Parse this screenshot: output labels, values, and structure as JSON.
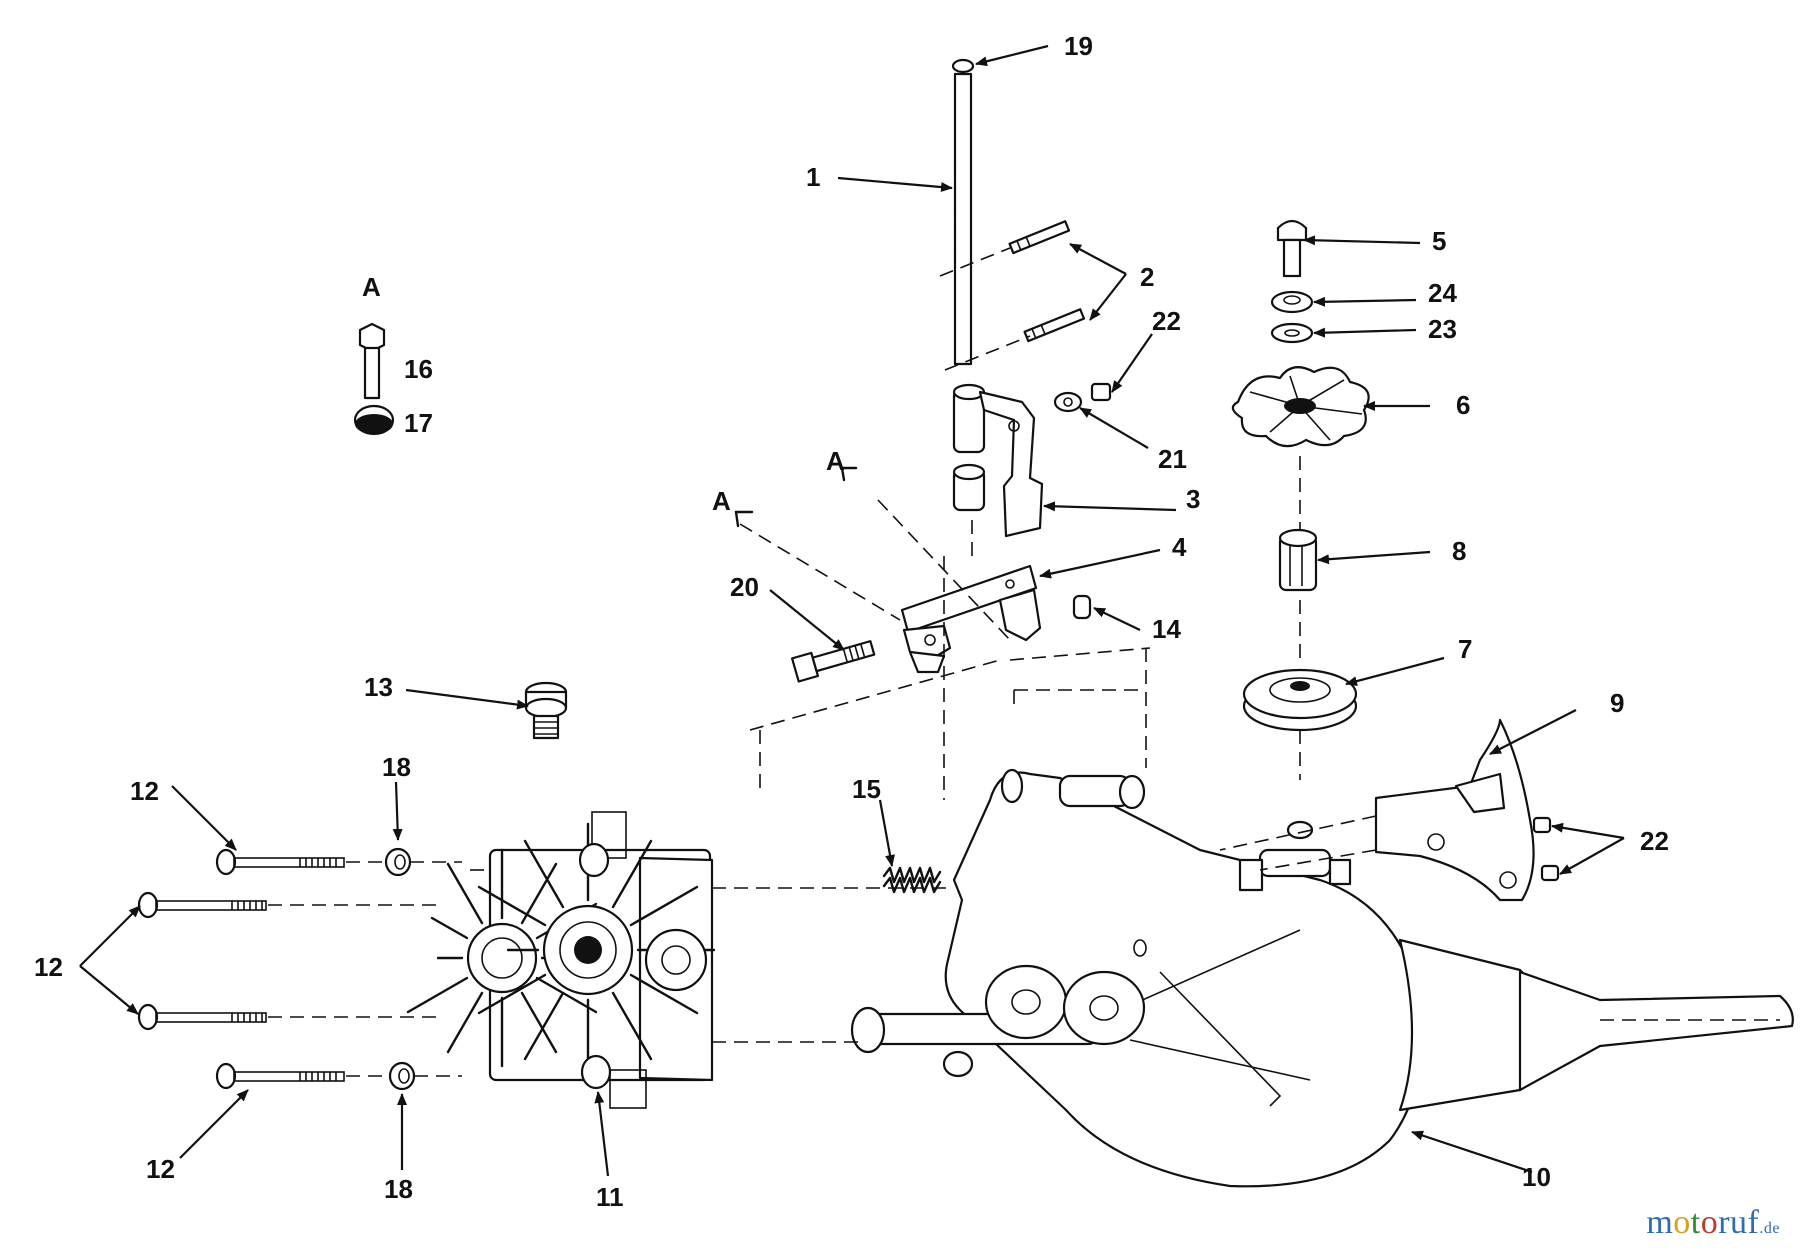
{
  "diagram": {
    "labels": {
      "l1": "1",
      "l2": "2",
      "l3": "3",
      "l4": "4",
      "l5": "5",
      "l6": "6",
      "l7": "7",
      "l8": "8",
      "l9": "9",
      "l10": "10",
      "l11": "11",
      "l12a": "12",
      "l12b": "12",
      "l12c": "12",
      "l13": "13",
      "l14": "14",
      "l15": "15",
      "l16": "16",
      "l17": "17",
      "l18a": "18",
      "l18b": "18",
      "l19": "19",
      "l20": "20",
      "l21": "21",
      "l22a": "22",
      "l22b": "22",
      "l23": "23",
      "l24": "24",
      "detailA": "A",
      "refA1": "A",
      "refA2": "A"
    }
  },
  "watermark": {
    "m": "m",
    "o1": "o",
    "t": "t",
    "o2": "o",
    "ruf": "ruf",
    "de": ".de"
  }
}
